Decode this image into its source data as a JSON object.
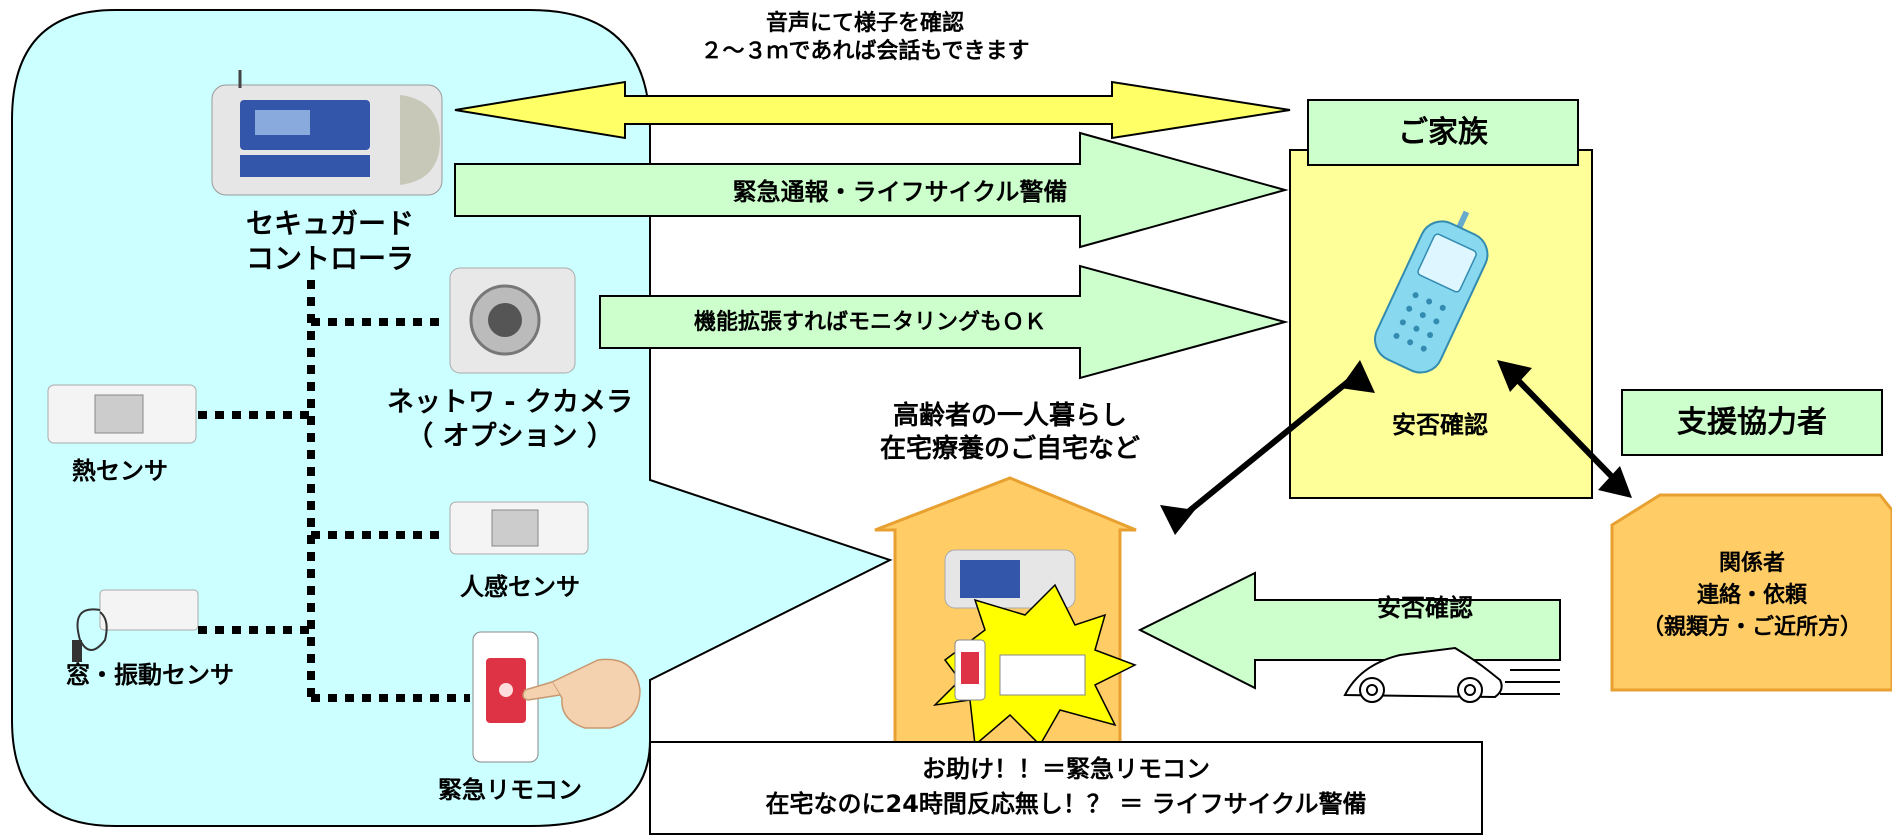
{
  "colors": {
    "panel_bg": "#ccffff",
    "green_arrow": "#ccffcc",
    "yellow_arrow": "#ffff66",
    "family_box": "#ffff99",
    "orange_house": "#ffcc66",
    "burst": "#ffff00",
    "device_white": "#eeeeee",
    "remote_red": "#dd3344"
  },
  "icons": [
    "controller-device",
    "network-camera",
    "heat-sensor",
    "motion-sensor",
    "window-vibration-sensor",
    "emergency-remote",
    "pointing-hand",
    "mobile-phone",
    "house",
    "car",
    "burst"
  ],
  "arrows": {
    "voice_line1": "音声にて様子を確認",
    "voice_line2": "２～３ｍであれば会話もできます",
    "emergency": "緊急通報・ライフサイクル警備",
    "monitoring": "機能拡張すればモニタリングもＯＫ",
    "safety_check": "安否確認"
  },
  "family": {
    "title": "ご家族",
    "check": "安否確認"
  },
  "support": {
    "title": "支援協力者",
    "line1": "関係者",
    "line2": "連絡・依頼",
    "line3": "（親類方・ご近所方）"
  },
  "devices": {
    "controller_line1": "セキュガード",
    "controller_line2": "コントローラ",
    "camera_line1": "ネットワ - クカメラ",
    "camera_line2": "（ オプション ）",
    "heat_sensor": "熱センサ",
    "motion_sensor": "人感センサ",
    "window_sensor": "窓・振動センサ",
    "remote": "緊急リモコン"
  },
  "home": {
    "line1": "高齢者の一人暮らし",
    "line2": "在宅療養のご自宅など"
  },
  "bottom": {
    "line1": "お助け！！＝緊急リモコン",
    "line2": "在宅なのに24時間反応無し！？ ＝ ライフサイクル警備"
  }
}
